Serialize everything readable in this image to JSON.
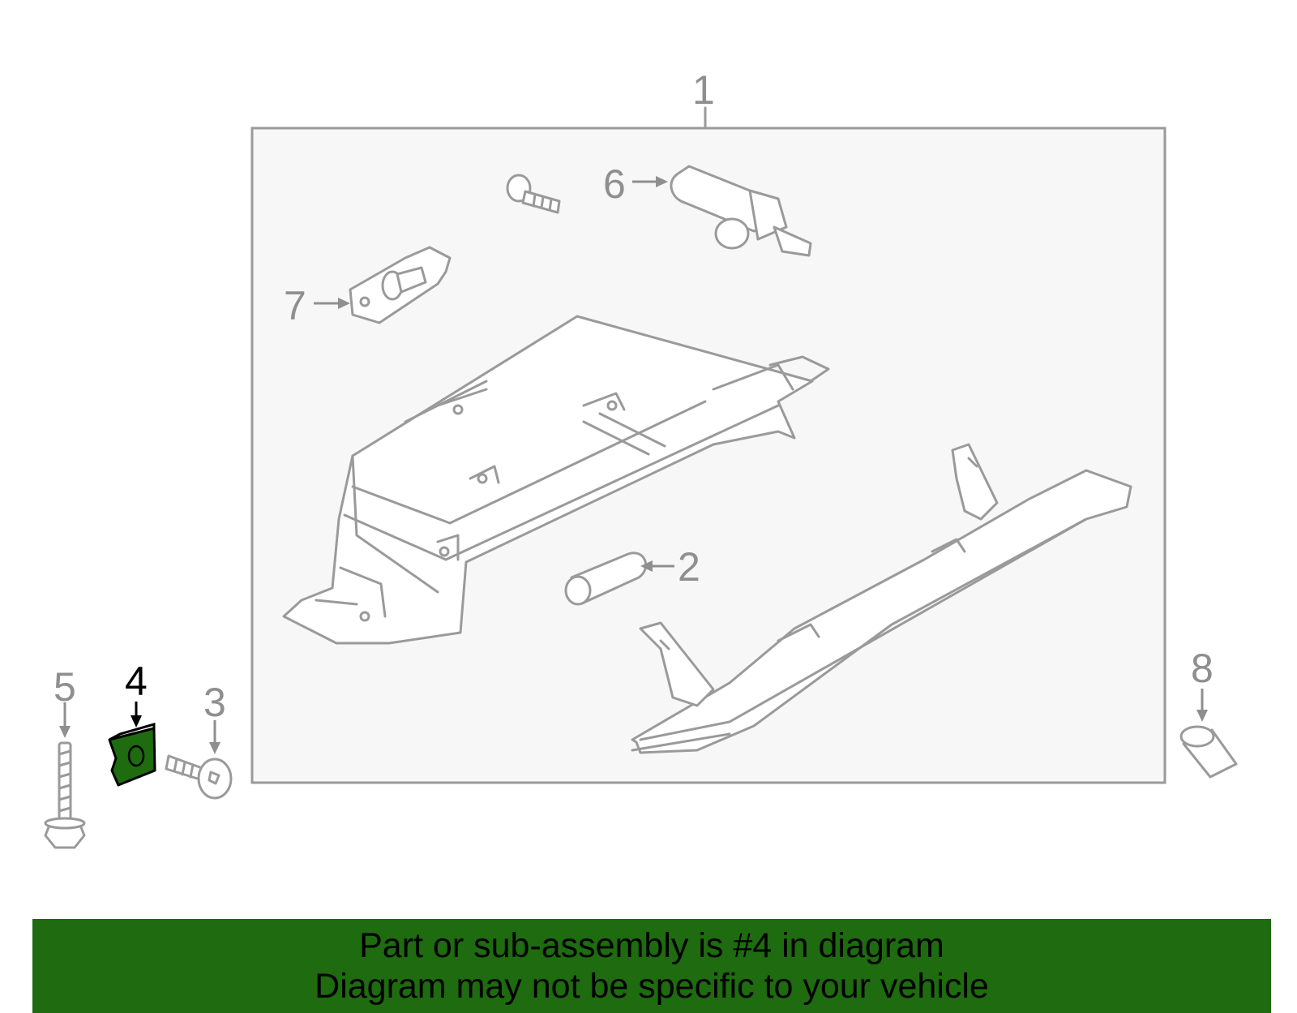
{
  "diagram": {
    "callouts": {
      "c1": "1",
      "c2": "2",
      "c3": "3",
      "c4": "4",
      "c5": "5",
      "c6": "6",
      "c7": "7",
      "c8": "8"
    },
    "highlight_color": "#1e6b10",
    "line_color": "#9a9a9a"
  },
  "banner": {
    "line1": "Part or sub-assembly is #4 in diagram",
    "line2": "Diagram may not be specific to your vehicle",
    "background": "#1e6b10"
  }
}
